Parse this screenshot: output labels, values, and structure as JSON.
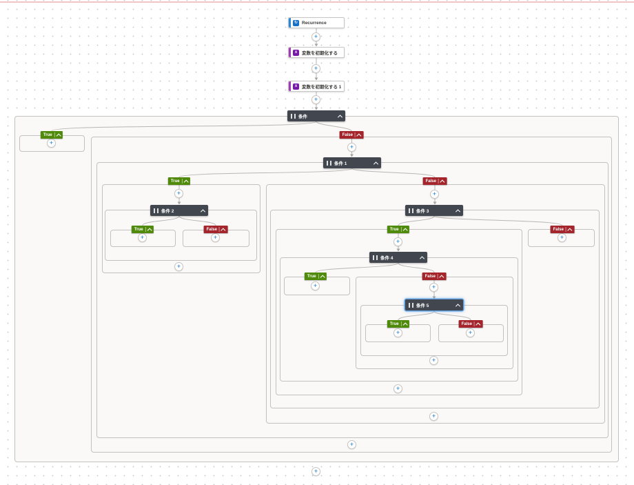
{
  "nodes": {
    "trigger": {
      "label": "Recurrence"
    },
    "init_var": {
      "label": "変数を初期化する"
    },
    "init_var_1": {
      "label": "変数を初期化する 1"
    },
    "cond_root": {
      "label": "条件"
    },
    "cond_1": {
      "label": "条件 1"
    },
    "cond_2": {
      "label": "条件 2"
    },
    "cond_3": {
      "label": "条件 3"
    },
    "cond_4": {
      "label": "条件 4"
    },
    "cond_5": {
      "label": "条件 5",
      "selected": true
    }
  },
  "branches": {
    "true_label": "True",
    "false_label": "False"
  },
  "icons": {
    "add": "+",
    "recurrence": "↻",
    "variable": "x"
  },
  "flow_structure": {
    "sequence": [
      "Recurrence",
      "変数を初期化する",
      "変数を初期化する 1",
      "条件"
    ],
    "条件": {
      "true": [],
      "false": [
        "条件 1"
      ]
    },
    "条件 1": {
      "true": [
        "条件 2"
      ],
      "false": [
        "条件 3"
      ]
    },
    "条件 2": {
      "true": [],
      "false": []
    },
    "条件 3": {
      "true": [
        "条件 4"
      ],
      "false": []
    },
    "条件 4": {
      "true": [],
      "false": [
        "条件 5"
      ]
    },
    "条件 5": {
      "true": [],
      "false": []
    }
  },
  "colors": {
    "trigger_accent": "#2b88d8",
    "trigger_icon_bg": "#1570c9",
    "variable_accent": "#a33ab8",
    "variable_icon_bg": "#7719aa",
    "condition_header_bg": "#41464f",
    "true_badge_bg": "#4f8a0b",
    "false_badge_bg": "#a4262c",
    "selected_outline": "#5e9fe0",
    "add_button_plus": "#0b74d1",
    "wire": "#b8b5b2",
    "container_bg": "#faf9f8",
    "container_border": "#c3c1bf",
    "top_accent_line": "#f2c5c5"
  }
}
